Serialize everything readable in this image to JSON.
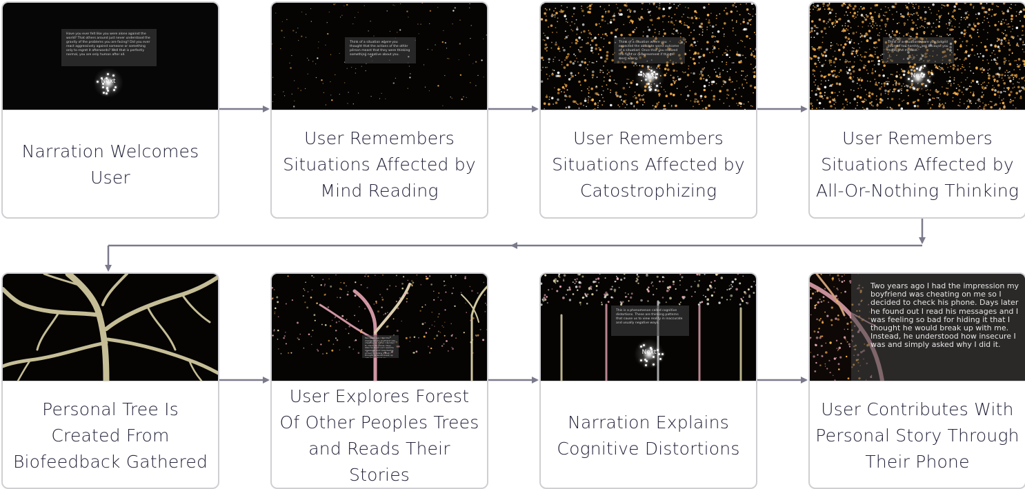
{
  "steps": [
    {
      "caption": "Narration Welcomes User",
      "panel_text": "Have you ever felt like you were alone against the world? That others around just never understood the gravity of the problems you are facing? Did you ever react aggressively against someone or something only to regret it afterwards? Well that is perfectly normal, you are only human after all.",
      "button_label": "Next"
    },
    {
      "caption": "User Remembers Situations Affected by Mind Reading",
      "panel_text": "Think of a situation where you thought that the actions of the other person meant that they were thinking something negative about you."
    },
    {
      "caption": "User Remembers Situations Affected by Catostrophizing",
      "panel_text": "Think of a situation where you expected the absolute worst outcome of a situation. Once that you realized the fight or disagreement if things went wrong.",
      "button_label": "Next"
    },
    {
      "caption": "User Remembers Situations Affected by All-Or-Nothing Thinking",
      "panel_text": "Think of a situation where you judged yourself too harshly, just because you made one mistake.",
      "button_label": "Next"
    },
    {
      "caption": "Personal Tree Is Created From Biofeedback Gathered"
    },
    {
      "caption": "User Explores Forest Of Other Peoples Trees and Reads Their Stories",
      "panel_text": "Two years ago I had the impression my boyfriend was cheating on me so I decided to check his phone. Days later he found out I read his messages and I was feeling so bad for hiding it that I thought he would break up with me. Instead, he understood how insecure I was and simply asked why I did it."
    },
    {
      "caption": "Narration Explains Cognitive Distortions",
      "panel_text": "This is a phenomenon called cognitive distortions. These are thinking patterns that cause us to view reality in inaccurate and usually negative ways.",
      "button_label": "Next"
    },
    {
      "caption": "User Contributes With Personal Story Through Their Phone",
      "panel_text": "Two years ago I had the impression my boyfriend was cheating on me so I decided to check his phone. Days later he found out I read his messages and I was feeling so bad for hiding it that I thought he would break up with me. Instead, he understood how insecure I was and simply asked why I did it."
    }
  ],
  "colors": {
    "arrow": "#7a7a8c",
    "card_border": "#cfcfd3",
    "caption_text": "#22223a",
    "star_warm": "#ffb347",
    "star_white": "#ffffff",
    "tree_cream": "#e8dfb0",
    "tree_pink": "#e7a6b4"
  }
}
